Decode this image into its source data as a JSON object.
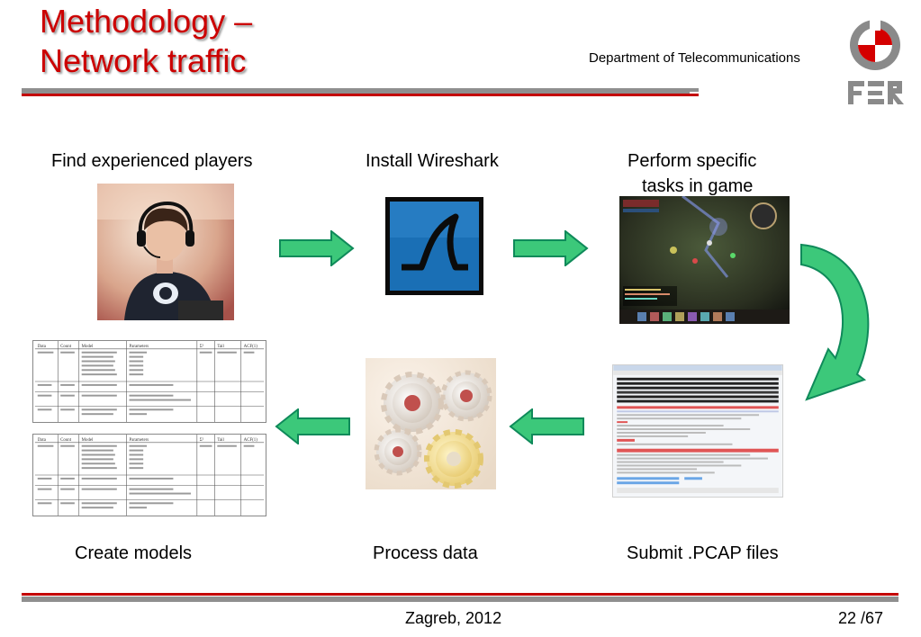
{
  "slide": {
    "title_line1": "Methodology –",
    "title_line2": "Network traffic",
    "department": "Department of Telecommunications",
    "colors": {
      "title": "#cc0000",
      "accent_red": "#c40000",
      "bar_gray": "#8f8f8f",
      "arrow_fill": "#3cc87a",
      "arrow_stroke": "#0f8a5a",
      "shark_bg": "#1a6fb5"
    }
  },
  "steps": {
    "find_players": "Find experienced players",
    "install_wireshark": "Install Wireshark",
    "perform_tasks_line1": "Perform specific",
    "perform_tasks_line2": "tasks in game",
    "submit_pcap": "Submit .PCAP files",
    "process_data": "Process data",
    "create_models": "Create models"
  },
  "images": {
    "photo_icon": "player-photo",
    "wireshark_icon": "wireshark-logo-icon",
    "game_icon": "game-screenshot",
    "pcap_icon": "pcap-capture-screenshot",
    "gears_icon": "gears-icon",
    "logo_icon": "fer-logo"
  },
  "table": {
    "headers": [
      "Data",
      "Count",
      "Model",
      "Parameters",
      "Σ²",
      "Tail",
      "ACF(1)"
    ]
  },
  "footer": {
    "location_date": "Zagreb, 2012",
    "page": "22 /67"
  }
}
